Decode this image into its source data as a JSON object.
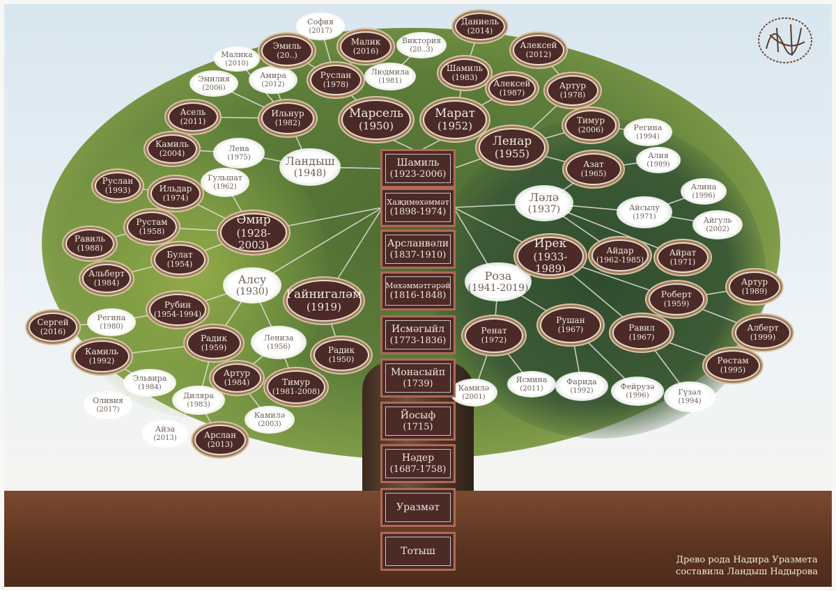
{
  "lineage": [
    {
      "name": "Шамиль",
      "years": "(1923-2006)"
    },
    {
      "name": "Хаҗимөхәммәт",
      "years": "(1898-1974)"
    },
    {
      "name": "Арсланвәли",
      "years": "(1837-1910)"
    },
    {
      "name": "Мөхәммәтгәрәй",
      "years": "(1816-1848)"
    },
    {
      "name": "Исмәгыйл",
      "years": "(1773-1836)"
    },
    {
      "name": "Монасыйп",
      "years": "(1739)"
    },
    {
      "name": "Йосыф",
      "years": "(1715)"
    },
    {
      "name": "Нәдер",
      "years": "(1687-1758)"
    },
    {
      "name": "Уразмәт",
      "years": ""
    },
    {
      "name": "Тотыш",
      "years": ""
    }
  ],
  "male_nodes": [
    {
      "name": "Эмиль",
      "years": "(20..)"
    },
    {
      "name": "Малик",
      "years": "(2016)"
    },
    {
      "name": "Даниель",
      "years": "(2014)"
    },
    {
      "name": "Алексей",
      "years": "(2012)"
    },
    {
      "name": "Руслан",
      "years": "(1978)"
    },
    {
      "name": "Шамиль",
      "years": "(1983)"
    },
    {
      "name": "Алексей",
      "years": "(1987)"
    },
    {
      "name": "Артур",
      "years": "(1978)"
    },
    {
      "name": "Асель",
      "years": "(2011)"
    },
    {
      "name": "Ильнур",
      "years": "(1982)"
    },
    {
      "name": "Марсель",
      "years": "(1950)"
    },
    {
      "name": "Марат",
      "years": "(1952)"
    },
    {
      "name": "Тимур",
      "years": "(2006)"
    },
    {
      "name": "Ленар",
      "years": "(1955)"
    },
    {
      "name": "Камиль",
      "years": "(2004)"
    },
    {
      "name": "Азат",
      "years": "(1965)"
    },
    {
      "name": "Руслан",
      "years": "(1993)"
    },
    {
      "name": "Ильдар",
      "years": "(1974)"
    },
    {
      "name": "Рустам",
      "years": "(1958)"
    },
    {
      "name": "Әмир",
      "years": "(1928-2003)"
    },
    {
      "name": "Равиль",
      "years": "(1988)"
    },
    {
      "name": "Булат",
      "years": "(1954)"
    },
    {
      "name": "Альберт",
      "years": "(1984)"
    },
    {
      "name": "Ирек",
      "years": "(1933-1989)"
    },
    {
      "name": "Айдар",
      "years": "(1962-1985)"
    },
    {
      "name": "Айрат",
      "years": "(1971)"
    },
    {
      "name": "Артур",
      "years": "(1989)"
    },
    {
      "name": "Роберт",
      "years": "(1959)"
    },
    {
      "name": "Гайнигаләм",
      "years": "(1919)"
    },
    {
      "name": "Рубин",
      "years": "(1954-1994)"
    },
    {
      "name": "Сергей",
      "years": "(2016)"
    },
    {
      "name": "Радик",
      "years": "(1959)"
    },
    {
      "name": "Радик",
      "years": "(1950)"
    },
    {
      "name": "Камиль",
      "years": "(1992)"
    },
    {
      "name": "Ренат",
      "years": "(1972)"
    },
    {
      "name": "Рушан",
      "years": "(1967)"
    },
    {
      "name": "Равил",
      "years": "(1967)"
    },
    {
      "name": "Алберт",
      "years": "(1999)"
    },
    {
      "name": "Рөстам",
      "years": "(1995)"
    },
    {
      "name": "Артур",
      "years": "(1984)"
    },
    {
      "name": "Тимур",
      "years": "(1981-2008)"
    },
    {
      "name": "Арслан",
      "years": "(2013)"
    }
  ],
  "female_nodes": [
    {
      "name": "София",
      "years": "(2017)"
    },
    {
      "name": "Малика",
      "years": "(2010)"
    },
    {
      "name": "Виктория",
      "years": "(20..3)"
    },
    {
      "name": "Амира",
      "years": "(2012)"
    },
    {
      "name": "Людмила",
      "years": "(1981)"
    },
    {
      "name": "Эмилия",
      "years": "(2006)"
    },
    {
      "name": "Лена",
      "years": "(1975)"
    },
    {
      "name": "Ландыш",
      "years": "(1948)"
    },
    {
      "name": "Регина",
      "years": "(1994)"
    },
    {
      "name": "Алия",
      "years": "(1989)"
    },
    {
      "name": "Гульшат",
      "years": "(1962)"
    },
    {
      "name": "Ләлә",
      "years": "(1937)"
    },
    {
      "name": "Алина",
      "years": "(1996)"
    },
    {
      "name": "Айсылу",
      "years": "(1971)"
    },
    {
      "name": "Айгуль",
      "years": "(2002)"
    },
    {
      "name": "Алсу",
      "years": "(1930)"
    },
    {
      "name": "Роза",
      "years": "(1941-2019)"
    },
    {
      "name": "Регина",
      "years": "(1980)"
    },
    {
      "name": "Лениза",
      "years": "(1956)"
    },
    {
      "name": "Эльвира",
      "years": "(1984)"
    },
    {
      "name": "Оливия",
      "years": "(2017)"
    },
    {
      "name": "Диляра",
      "years": "(1983)"
    },
    {
      "name": "Камилә",
      "years": "(2003)"
    },
    {
      "name": "Айза",
      "years": "(2013)"
    },
    {
      "name": "Камилә",
      "years": "(2001)"
    },
    {
      "name": "Ясмина",
      "years": "(2011)"
    },
    {
      "name": "Фарида",
      "years": "(1992)"
    },
    {
      "name": "Фейрузә",
      "years": "(1996)"
    },
    {
      "name": "Гүзәл",
      "years": "(1994)"
    }
  ],
  "credits": {
    "line1": "Древо рода Надира Уразмета",
    "line2": "составила Ландыш Надырова"
  },
  "colors": {
    "node": "#4b2a27",
    "frame": "#b06a55",
    "ground": "#5a3320"
  }
}
